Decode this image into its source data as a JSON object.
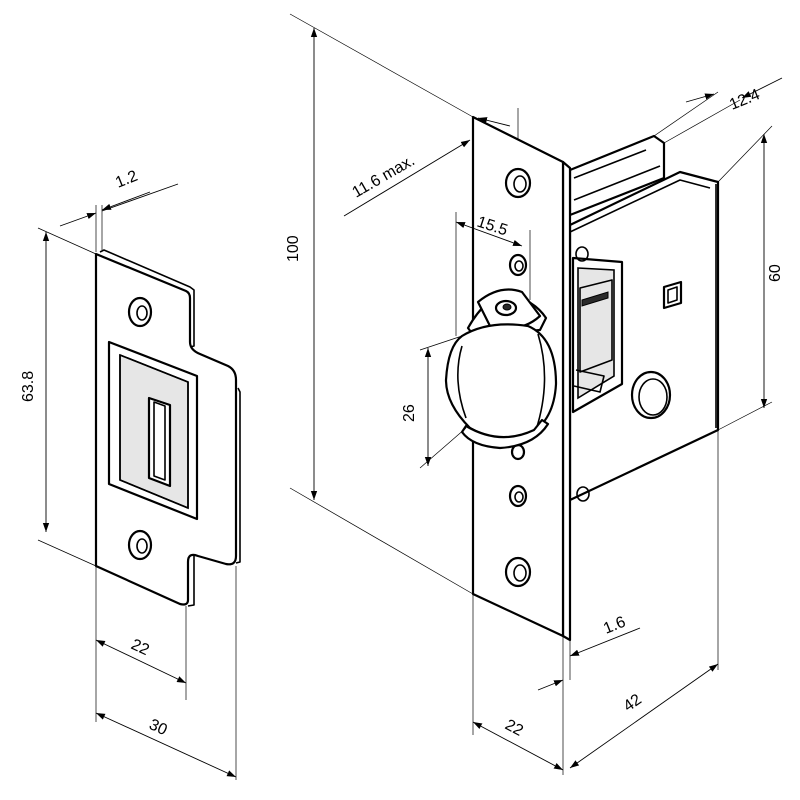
{
  "drawing": {
    "strike_plate": {
      "dimensions": {
        "thickness": "1.2",
        "height": "63.8",
        "inner_width": "22",
        "overall_width": "30"
      }
    },
    "latch": {
      "dimensions": {
        "max_projection": "11.6 max.",
        "overall_height": "100",
        "roller_offset": "15.5",
        "roller_height": "26",
        "body_thickness": "12.4",
        "body_height": "60",
        "faceplate_thickness": "1.6",
        "faceplate_width": "22",
        "body_depth": "42"
      }
    }
  }
}
